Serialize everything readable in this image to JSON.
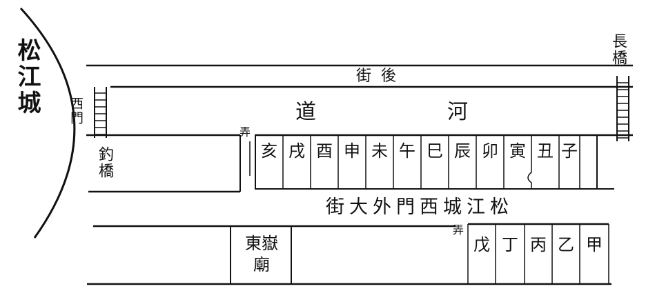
{
  "city_label": "松江城",
  "west_gate": "西門",
  "fishing_bridge": "釣橋",
  "long_bridge": "長橋",
  "back_street": "後街",
  "canal_road": "河道",
  "main_street": "松江城西門外大街",
  "alley_marks": [
    "弄",
    "弄"
  ],
  "temple": "東嶽廟",
  "upper_row": [
    "亥",
    "戌",
    "酉",
    "申",
    "未",
    "午",
    "巳",
    "辰",
    "卯",
    "寅",
    "丑",
    "子"
  ],
  "lower_row": [
    "戊",
    "丁",
    "丙",
    "乙",
    "甲"
  ]
}
